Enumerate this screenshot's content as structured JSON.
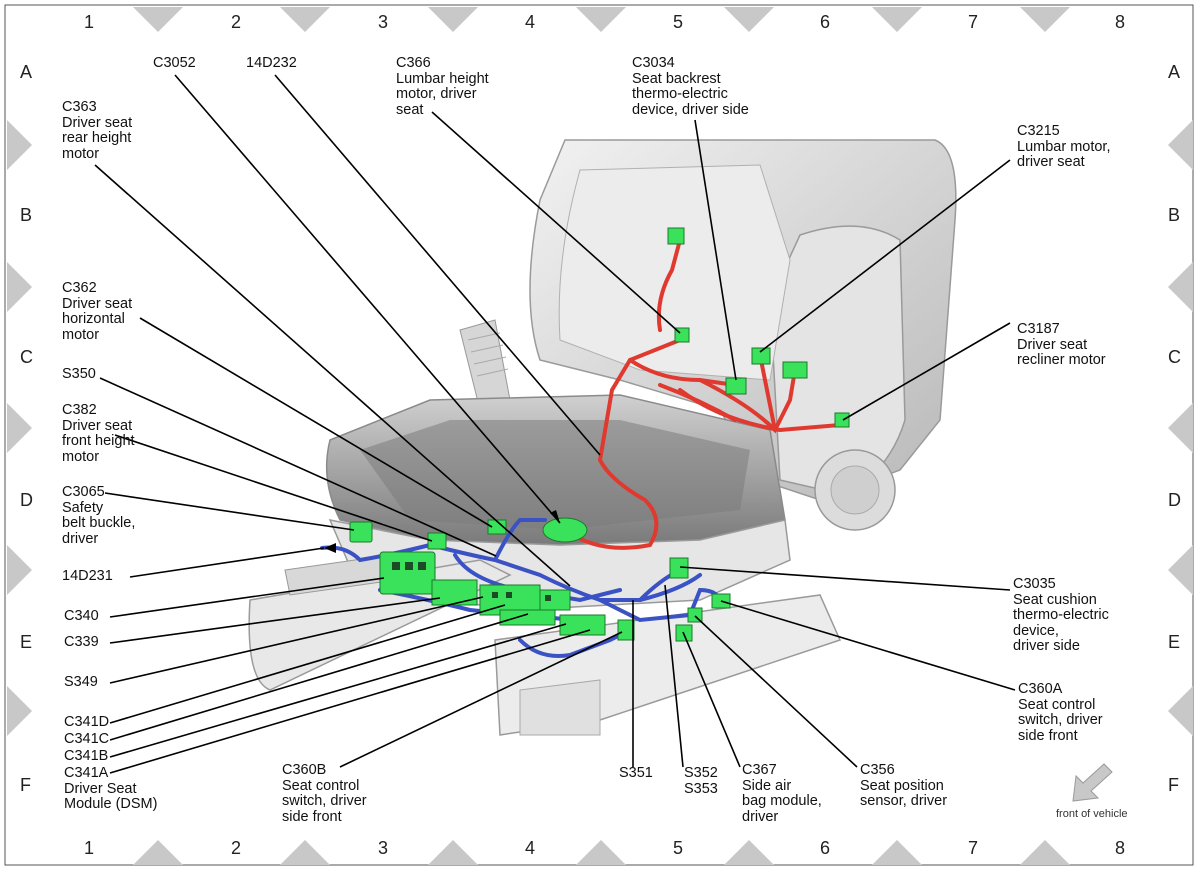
{
  "grid": {
    "columns": [
      "1",
      "2",
      "3",
      "4",
      "5",
      "6",
      "7",
      "8"
    ],
    "rows": [
      "A",
      "B",
      "C",
      "D",
      "E",
      "F"
    ]
  },
  "callouts": {
    "c3052": "C3052",
    "d14d232": "14D232",
    "c366": "C366\nLumbar height\nmotor, driver\nseat",
    "c3034": "C3034\nSeat backrest\nthermo-electric\ndevice, driver side",
    "c3215": "C3215\nLumbar motor,\ndriver seat",
    "c363": "C363\nDriver seat\nrear height\nmotor",
    "c362": "C362\nDriver seat\nhorizontal\nmotor",
    "s350": "S350",
    "c382": "C382\nDriver seat\nfront height\nmotor",
    "c3065": "C3065\nSafety\nbelt buckle,\ndriver",
    "d14d231": "14D231",
    "c340": "C340",
    "c339": "C339",
    "s349": "S349",
    "c341d": "C341D",
    "c341c": "C341C",
    "c341b": "C341B",
    "c341a": "C341A\nDriver Seat\nModule (DSM)",
    "c360b": "C360B\nSeat control\nswitch, driver\nside front",
    "s351": "S351",
    "s352": "S352\nS353",
    "c367": "C367\nSide air\nbag module,\ndriver",
    "c356": "C356\nSeat position\nsensor, driver",
    "c3187": "C3187\nDriver seat\nrecliner motor",
    "c3035": "C3035\nSeat cushion\nthermo-electric\ndevice,\ndriver side",
    "c360a": "C360A\nSeat control\nswitch, driver\nside front"
  },
  "orientation": {
    "label": "front of vehicle",
    "icon": "arrow-down-left-icon"
  },
  "colors": {
    "seat": "#d9d9d9",
    "seat_shadow": "#a9a9a9",
    "harness_red": "#e0392f",
    "harness_blue": "#3a52c4",
    "connector": "#39e25a",
    "border_marker": "#c8c8c8"
  }
}
